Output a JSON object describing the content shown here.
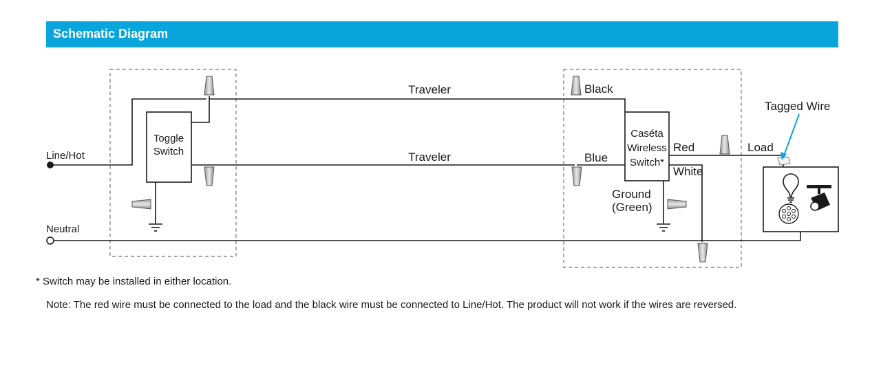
{
  "header": {
    "title": "Schematic Diagram",
    "color": "#0aa5dd"
  },
  "diagram": {
    "line_hot": "Line/Hot",
    "neutral": "Neutral",
    "toggle_switch": [
      "Toggle",
      "Switch"
    ],
    "traveler_top": "Traveler",
    "traveler_bottom": "Traveler",
    "black": "Black",
    "blue": "Blue",
    "red": "Red",
    "white": "White",
    "caseta_switch": [
      "Caséta",
      "Wireless",
      "Switch*"
    ],
    "ground": [
      "Ground",
      "(Green)"
    ],
    "load": "Load",
    "tagged_wire": "Tagged Wire",
    "icons": [
      "lightbulb-icon",
      "fan-icon",
      "track-light-icon"
    ]
  },
  "footnote": "*  Switch may be installed in either location.",
  "note": "Note: The red wire must be connected to the load and the black wire must be connected to Line/Hot. The product will not work if the wires are reversed."
}
